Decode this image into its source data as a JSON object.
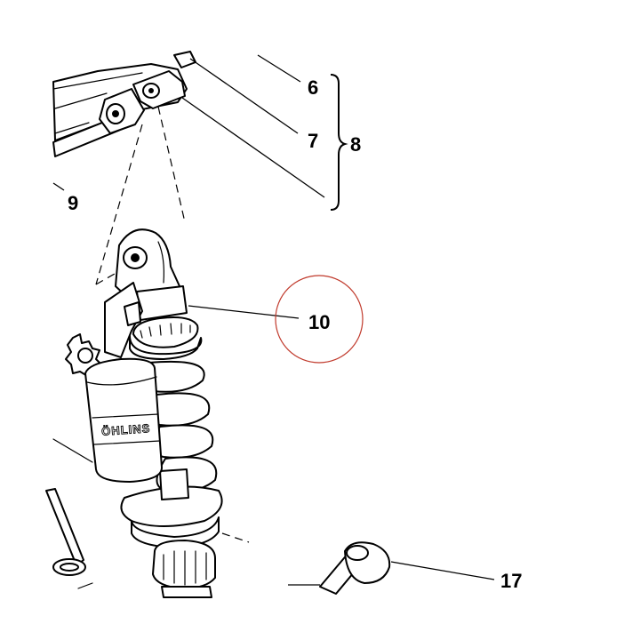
{
  "callouts": {
    "c6": "6",
    "c7": "7",
    "c8": "8",
    "c9": "9",
    "c10": "10",
    "c17": "17"
  },
  "brand_mark": "ÖHLINS",
  "highlight_color": "#c0392b"
}
